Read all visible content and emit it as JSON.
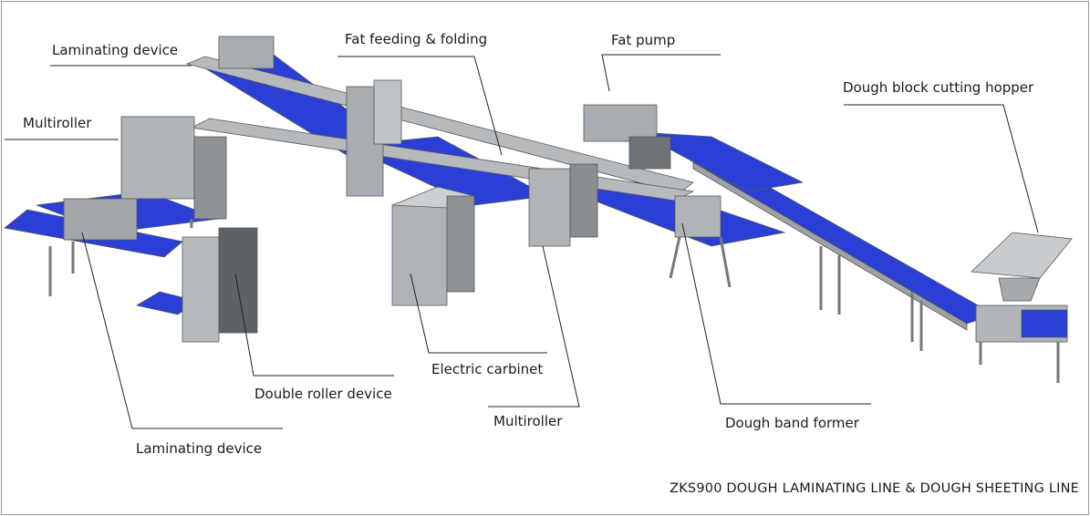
{
  "labels": {
    "laminating_device_top": "Laminating device",
    "multiroller_left": "Multiroller",
    "fat_feeding_folding": "Fat feeding & folding",
    "fat_pump": "Fat pump",
    "dough_block_cutting_hopper": "Dough block cutting hopper",
    "double_roller_device": "Double roller device",
    "electric_cabinet": "Electric carbinet",
    "multiroller_center": "Multiroller",
    "dough_band_former": "Dough band former",
    "laminating_device_bottom": "Laminating device"
  },
  "caption": "ZKS900 DOUGH LAMINATING LINE & DOUGH SHEETING LINE",
  "colors": {
    "belt": "#2a3fd6",
    "steel": "#a9adb1",
    "steel_dark": "#6f7377",
    "line": "#222222"
  }
}
